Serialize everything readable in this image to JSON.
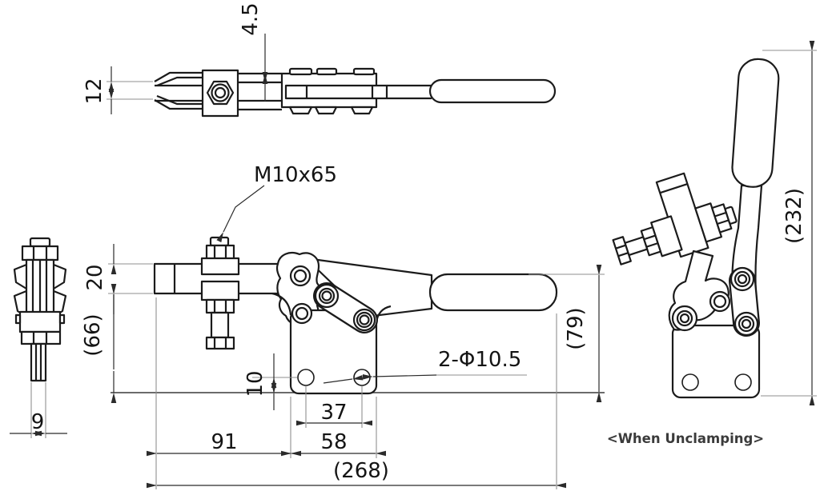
{
  "drawing": {
    "background": "#ffffff",
    "line_color": "#1b1b1b",
    "dim_color": "#2b2b2b",
    "views": {
      "top": {
        "fork_width": "12",
        "plate_offset": "4.5"
      },
      "side": {
        "spindle_width": "9"
      },
      "front": {
        "spindle_label": "M10x65",
        "arm_thickness": "20",
        "base_height": "(66)",
        "hole_offset": "10",
        "hole_pitch": "37",
        "arm_reach": "91",
        "base_length": "58",
        "overall_length": "(268)",
        "hole_callout": "2-Φ10.5",
        "handle_height": "(79)"
      },
      "unclamping": {
        "overall_height": "(232)",
        "caption": "<When Unclamping>"
      }
    }
  }
}
